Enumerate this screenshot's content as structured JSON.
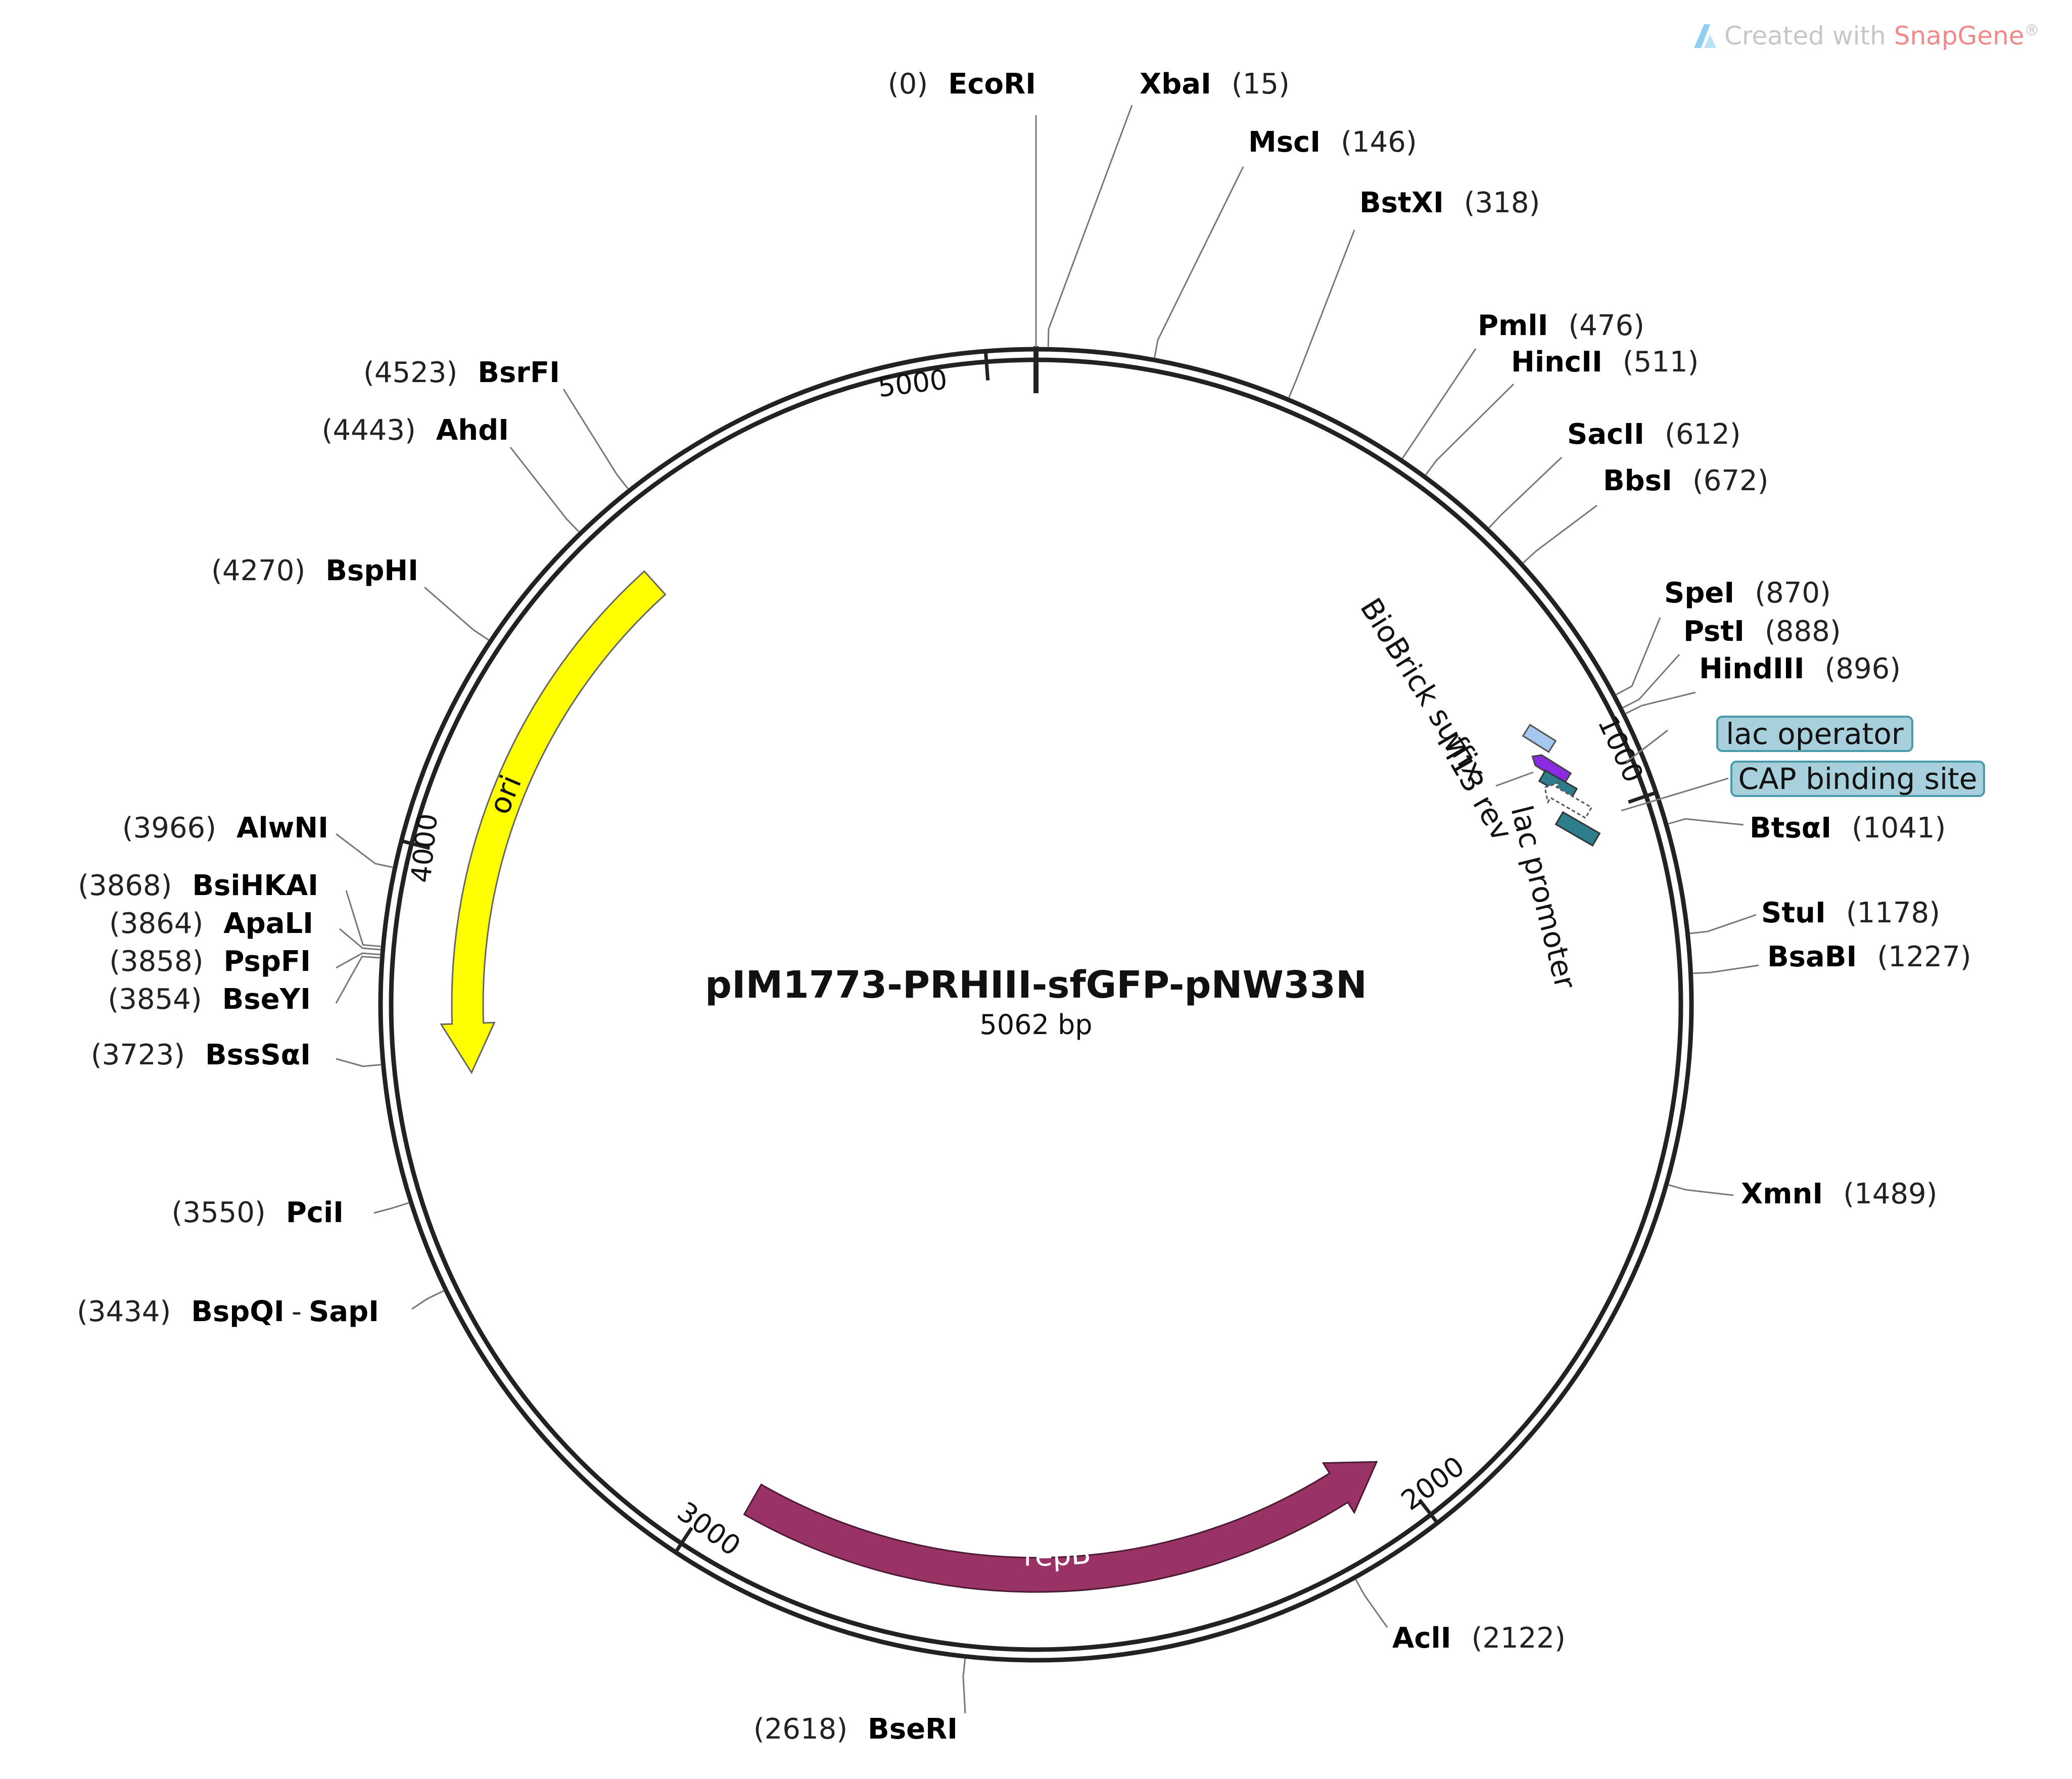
{
  "watermark": {
    "prefix": "Created with ",
    "brand": "SnapGene",
    "suffix": "®",
    "brand_color": "#f08a8a",
    "text_color": "#c7c7c7",
    "icon_color": "#8fd0f0"
  },
  "plasmid": {
    "name": "pIM1773-PRHIII-sfGFP-pNW33N",
    "length_label": "5062 bp",
    "length": 5062
  },
  "ticks": [
    {
      "label": "1000",
      "pos": 1000
    },
    {
      "label": "2000",
      "pos": 2000
    },
    {
      "label": "3000",
      "pos": 3000
    },
    {
      "label": "4000",
      "pos": 4000
    },
    {
      "label": "5000",
      "pos": 5000
    }
  ],
  "sites": [
    {
      "name": "EcoRI",
      "pos": "(0)",
      "bp": 0,
      "side": "left"
    },
    {
      "name": "XbaI",
      "pos": "(15)",
      "bp": 15,
      "side": "right"
    },
    {
      "name": "MscI",
      "pos": "(146)",
      "bp": 146,
      "side": "right"
    },
    {
      "name": "BstXI",
      "pos": "(318)",
      "bp": 318,
      "side": "right"
    },
    {
      "name": "PmlI",
      "pos": "(476)",
      "bp": 476,
      "side": "right"
    },
    {
      "name": "HincII",
      "pos": "(511)",
      "bp": 511,
      "side": "right"
    },
    {
      "name": "SacII",
      "pos": "(612)",
      "bp": 612,
      "side": "right"
    },
    {
      "name": "BbsI",
      "pos": "(672)",
      "bp": 672,
      "side": "right"
    },
    {
      "name": "SpeI",
      "pos": "(870)",
      "bp": 870,
      "side": "right"
    },
    {
      "name": "PstI",
      "pos": "(888)",
      "bp": 888,
      "side": "right"
    },
    {
      "name": "HindIII",
      "pos": "(896)",
      "bp": 896,
      "side": "right"
    },
    {
      "name": "BtsαI",
      "pos": "(1041)",
      "bp": 1041,
      "side": "right"
    },
    {
      "name": "StuI",
      "pos": "(1178)",
      "bp": 1178,
      "side": "right"
    },
    {
      "name": "BsaBI",
      "pos": "(1227)",
      "bp": 1227,
      "side": "right"
    },
    {
      "name": "XmnI",
      "pos": "(1489)",
      "bp": 1489,
      "side": "right"
    },
    {
      "name": "AclI",
      "pos": "(2122)",
      "bp": 2122,
      "side": "right"
    },
    {
      "name": "BseRI",
      "pos": "(2618)",
      "bp": 2618,
      "side": "left"
    },
    {
      "name": "BspQI",
      "name2": "SapI",
      "pos": "(3434)",
      "bp": 3434,
      "side": "left"
    },
    {
      "name": "PciI",
      "pos": "(3550)",
      "bp": 3550,
      "side": "left"
    },
    {
      "name": "BssSαI",
      "pos": "(3723)",
      "bp": 3723,
      "side": "left"
    },
    {
      "name": "BseYI",
      "pos": "(3854)",
      "bp": 3854,
      "side": "left"
    },
    {
      "name": "PspFI",
      "pos": "(3858)",
      "bp": 3858,
      "side": "left"
    },
    {
      "name": "ApaLI",
      "pos": "(3864)",
      "bp": 3864,
      "side": "left"
    },
    {
      "name": "BsiHKAI",
      "pos": "(3868)",
      "bp": 3868,
      "side": "left"
    },
    {
      "name": "AlwNI",
      "pos": "(3966)",
      "bp": 3966,
      "side": "left"
    },
    {
      "name": "BspHI",
      "pos": "(4270)",
      "bp": 4270,
      "side": "left"
    },
    {
      "name": "AhdI",
      "pos": "(4443)",
      "bp": 4443,
      "side": "left"
    },
    {
      "name": "BsrFI",
      "pos": "(4523)",
      "bp": 4523,
      "side": "left"
    }
  ],
  "features": {
    "ori": {
      "label": "ori",
      "color": "#ffff00",
      "start": 4455,
      "end": 3720,
      "direction": "reverse"
    },
    "repB": {
      "label": "repB",
      "color": "#993366",
      "start": 2950,
      "end": 2030,
      "direction": "reverse"
    },
    "small": [
      {
        "label": "BioBrick suffix",
        "color": "#a6c8f0"
      },
      {
        "label": "M13 rev",
        "color": "#8a2be2"
      },
      {
        "label": "lac operator",
        "color": "#2e7d8c",
        "boxed": true
      },
      {
        "label": "lac promoter",
        "color": "#ffffff"
      },
      {
        "label": "CAP binding site",
        "color": "#2e7d8c",
        "boxed": true
      }
    ],
    "box_fill": "#a8d0dc",
    "box_stroke": "#4a9aaa"
  }
}
